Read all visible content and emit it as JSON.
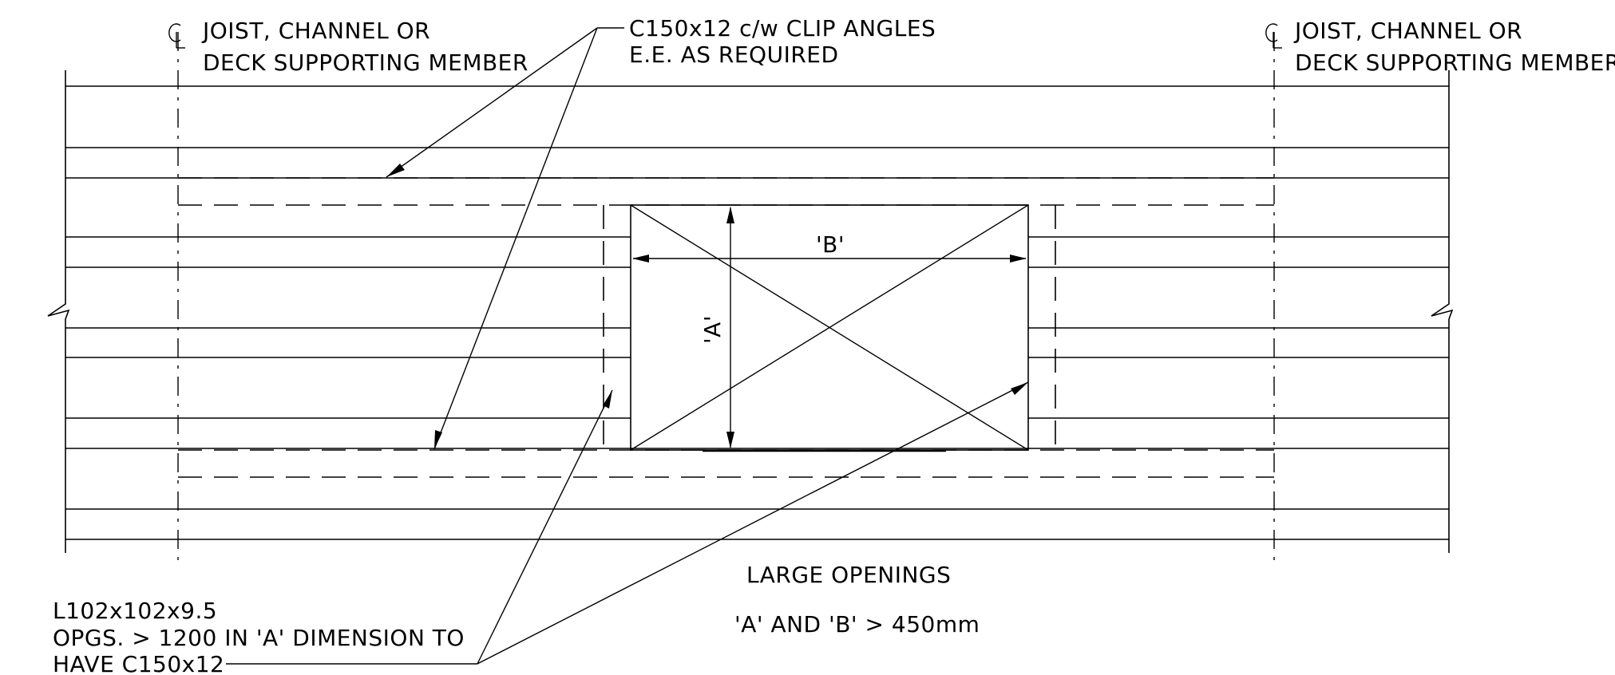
{
  "notes": {
    "top_left_cl_line1": "JOIST, CHANNEL OR",
    "top_left_cl_line2": "DECK SUPPORTING MEMBER",
    "top_right_cl_line1": "JOIST, CHANNEL OR",
    "top_right_cl_line2": "DECK SUPPORTING MEMBER",
    "channel_line1": "C150x12 c/w CLIP ANGLES",
    "channel_line2": "E.E. AS REQUIRED",
    "dim_a": "'A'",
    "dim_b": "'B'",
    "angle_line1": "L102x102x9.5",
    "angle_line2": "OPGS. > 1200 IN 'A' DIMENSION TO",
    "angle_line3": "HAVE C150x12",
    "title_line1": "LARGE OPENINGS",
    "title_line2": "'A' AND 'B' > 450mm"
  }
}
